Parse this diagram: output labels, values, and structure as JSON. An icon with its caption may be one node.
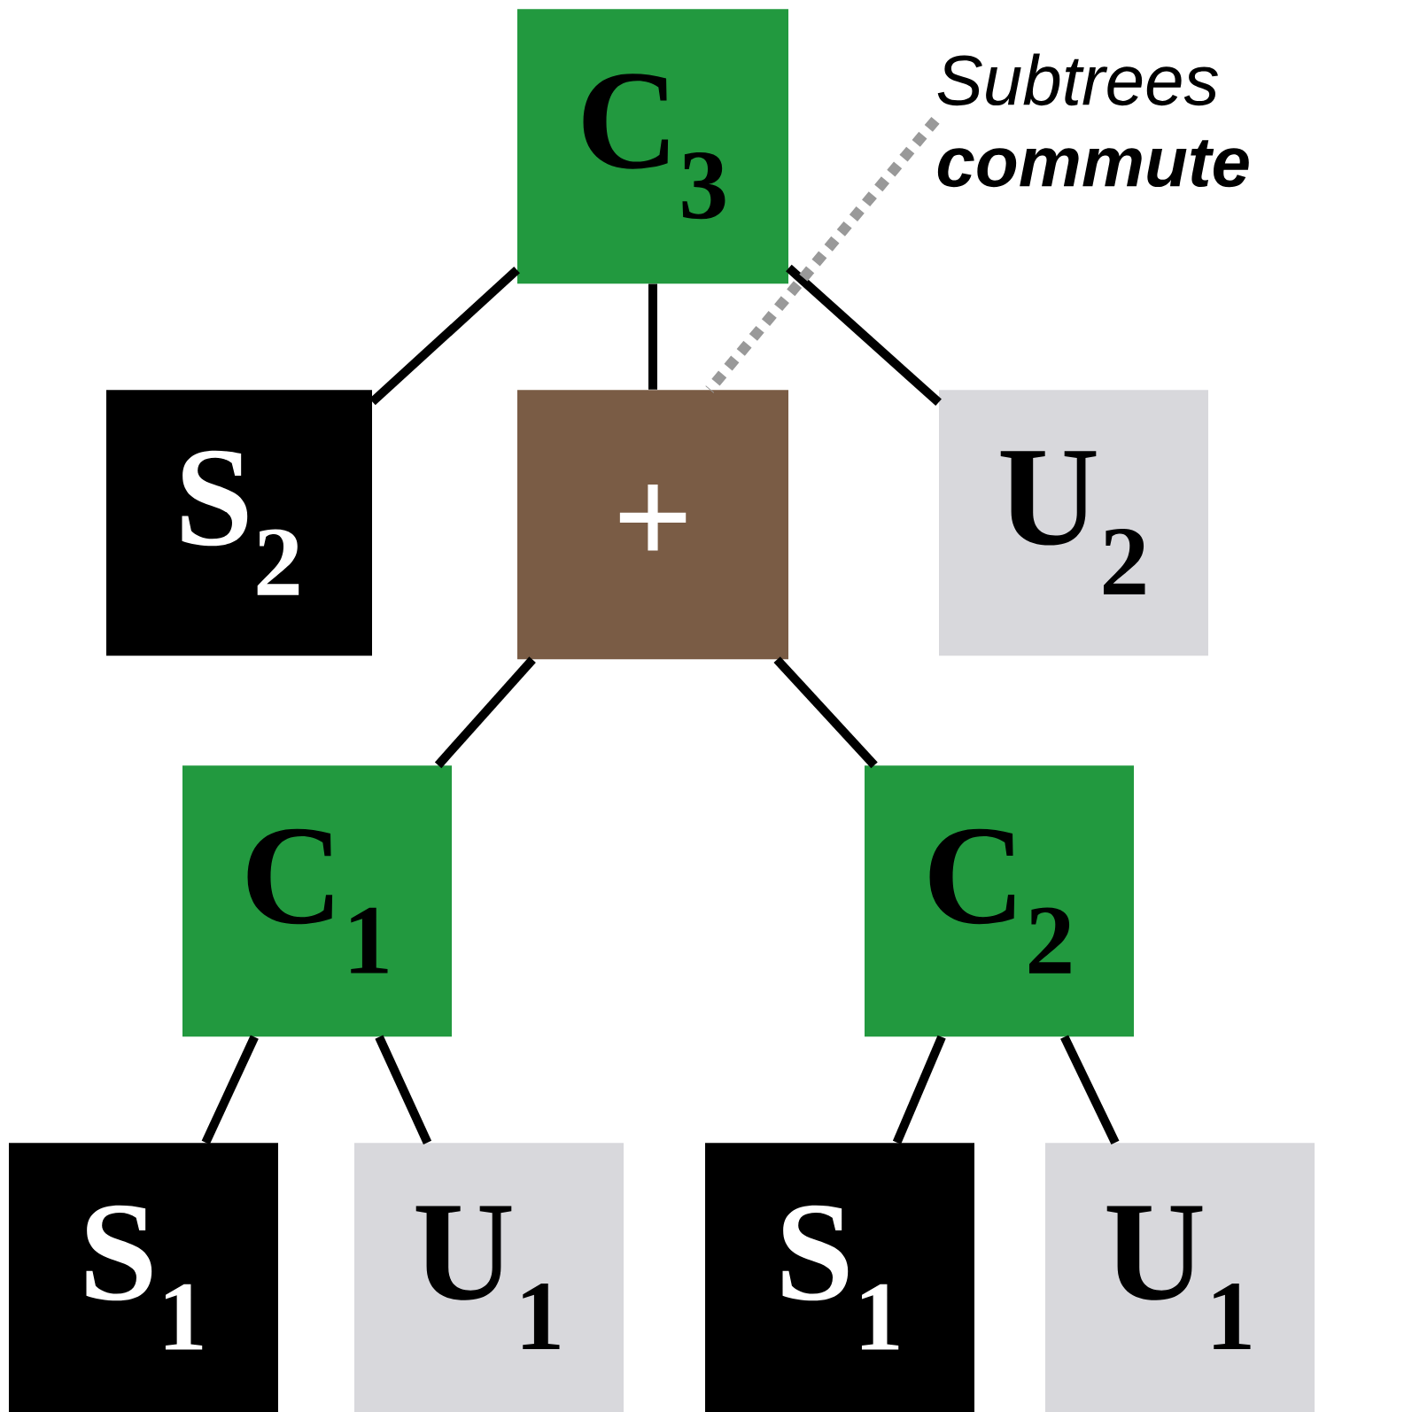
{
  "diagram": {
    "nodes": [
      {
        "text": [
          "C$_{3}$"
        ]
      },
      {
        "text": [
          "S$_{2}$"
        ]
      },
      {
        "text": [
          "+"
        ]
      },
      {
        "text": [
          "U$_{2}$"
        ]
      },
      {
        "text": [
          "C$_{1}$"
        ]
      },
      {
        "text": [
          "C$_{2}$"
        ]
      },
      {
        "text": [
          "S$_{1}$"
        ]
      },
      {
        "text": [
          "U$_{1}$"
        ]
      },
      {
        "text": [
          "S$_{1}$"
        ]
      },
      {
        "text": [
          "U$_{1}$"
        ]
      },
      {
        "text": [
          "Subtrees **commute**"
        ]
      }
    ],
    "edges": [
      {
        "from": 0,
        "to": 1,
        "arrow": "none"
      },
      {
        "from": 0,
        "to": 2,
        "arrow": "none"
      },
      {
        "from": 0,
        "to": 3,
        "arrow": "none"
      },
      {
        "from": 2,
        "to": 4,
        "arrow": "none"
      },
      {
        "from": 2,
        "to": 5,
        "arrow": "none"
      },
      {
        "from": 4,
        "to": 6,
        "arrow": "none"
      },
      {
        "from": 4,
        "to": 7,
        "arrow": "none"
      },
      {
        "from": 5,
        "to": 8,
        "arrow": "none"
      },
      {
        "from": 5,
        "to": 9,
        "arrow": "none"
      },
      {
        "from": 10,
        "to": 2,
        "arrow": "none",
        "style": "dashed",
        "color": "#999999"
      }
    ]
  }
}
